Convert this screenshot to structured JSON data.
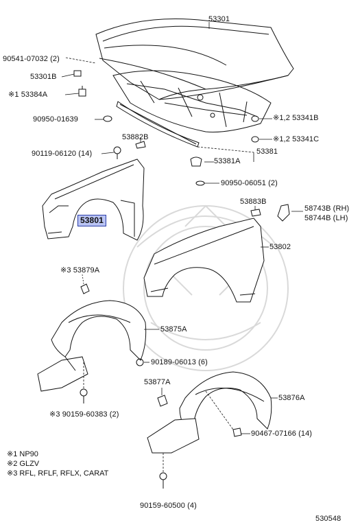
{
  "colors": {
    "line": "#111111",
    "highlight_fill": "#b9c3f3",
    "highlight_border": "#2b3ea8",
    "watermark": "#d9d9d9"
  },
  "labels": {
    "hood": "53301",
    "hood_clip": "90541-07032 (2)",
    "hood_cushion": "53301B",
    "hood_bracket": "※1 53384A",
    "hood_grommet": "90950-01639",
    "seal_a": "※1,2 53341B",
    "seal_c": "※1,2 53341C",
    "protector_clip": "53882B",
    "bolt_14": "90119-06120 (14)",
    "seal_main": "53381",
    "seal_clip": "53381A",
    "plug": "90950-06051 (2)",
    "fender_left": "53801",
    "bracket_b": "53883B",
    "fender_bracket_rh": "58743B (RH)",
    "fender_bracket_lh": "58744B (LH)",
    "fender_right": "53802",
    "liner_clip": "※3 53879A",
    "liner_left": "53875A",
    "screw_6": "90189-06013 (6)",
    "liner_clip_b": "53877A",
    "liner_right": "53876A",
    "screw_2": "※3 90159-60383 (2)",
    "nut_14": "90467-07166 (14)",
    "screw_4": "90159-60500 (4)",
    "diagram_no": "530548"
  },
  "notes": [
    {
      "mark": "※1",
      "text": "NP90"
    },
    {
      "mark": "※2",
      "text": "GLZV"
    },
    {
      "mark": "※3",
      "text": "RFL, RFLF, RFLX, CARAT"
    }
  ]
}
